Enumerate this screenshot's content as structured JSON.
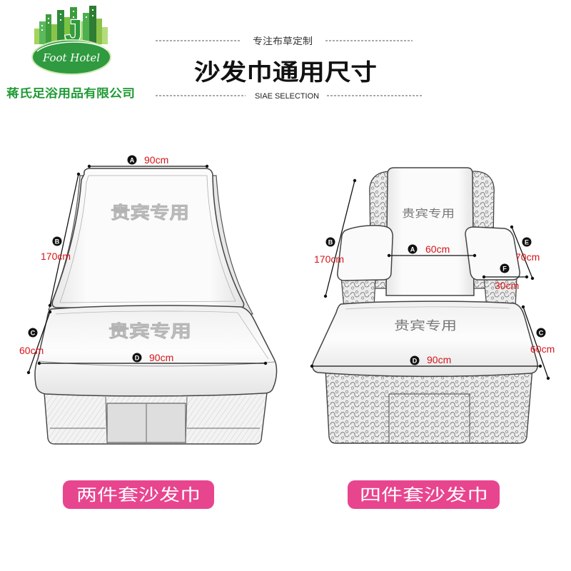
{
  "logo": {
    "icon": "city-skyline",
    "monogram": "J",
    "brand": "Foot Hotel",
    "company": "蒋氏足浴用品有限公司"
  },
  "header": {
    "tagline": "专注布草定制",
    "title": "沙发巾通用尺寸",
    "subtitle": "SIAE SELECTION"
  },
  "towel_print": "贵宾专用",
  "two_piece": {
    "label": "两件套沙发巾",
    "dimensions": [
      {
        "key": "A",
        "value": "90cm"
      },
      {
        "key": "B",
        "value": "170cm"
      },
      {
        "key": "C",
        "value": "60cm"
      },
      {
        "key": "D",
        "value": "90cm"
      }
    ]
  },
  "four_piece": {
    "label": "四件套沙发巾",
    "dimensions": [
      {
        "key": "A",
        "value": "60cm"
      },
      {
        "key": "B",
        "value": "170cm"
      },
      {
        "key": "E",
        "value": "70cm"
      },
      {
        "key": "F",
        "value": "30cm"
      },
      {
        "key": "C",
        "value": "60cm"
      },
      {
        "key": "D",
        "value": "90cm"
      }
    ]
  },
  "colors": {
    "brand_green": "#1f9a34",
    "accent_pink": "#e8458f",
    "dimension_value": "#d7141a",
    "label_text": "#ffffff"
  }
}
